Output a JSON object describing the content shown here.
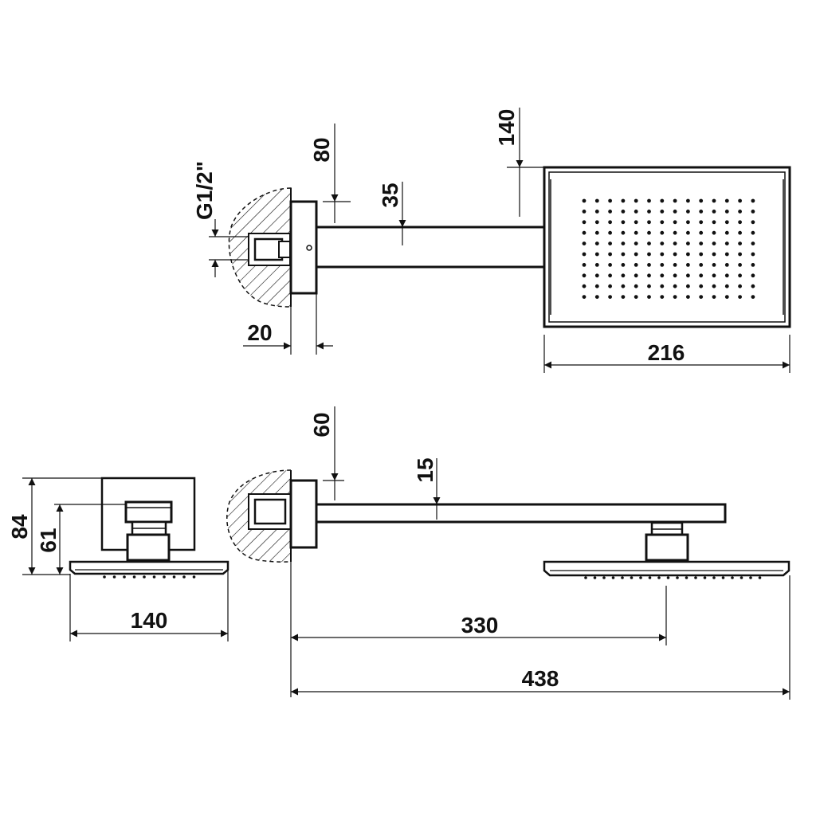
{
  "drawing": {
    "colors": {
      "line": "#111111",
      "background": "#ffffff"
    },
    "top_view": {
      "thread_label": "G1/2\"",
      "dim_80": "80",
      "dim_35": "35",
      "dim_140_vertical": "140",
      "dim_20": "20",
      "dim_216": "216"
    },
    "side_view": {
      "dim_60": "60",
      "dim_15": "15",
      "dim_84": "84",
      "dim_61": "61",
      "dim_140": "140",
      "dim_330": "330",
      "dim_438": "438"
    }
  }
}
